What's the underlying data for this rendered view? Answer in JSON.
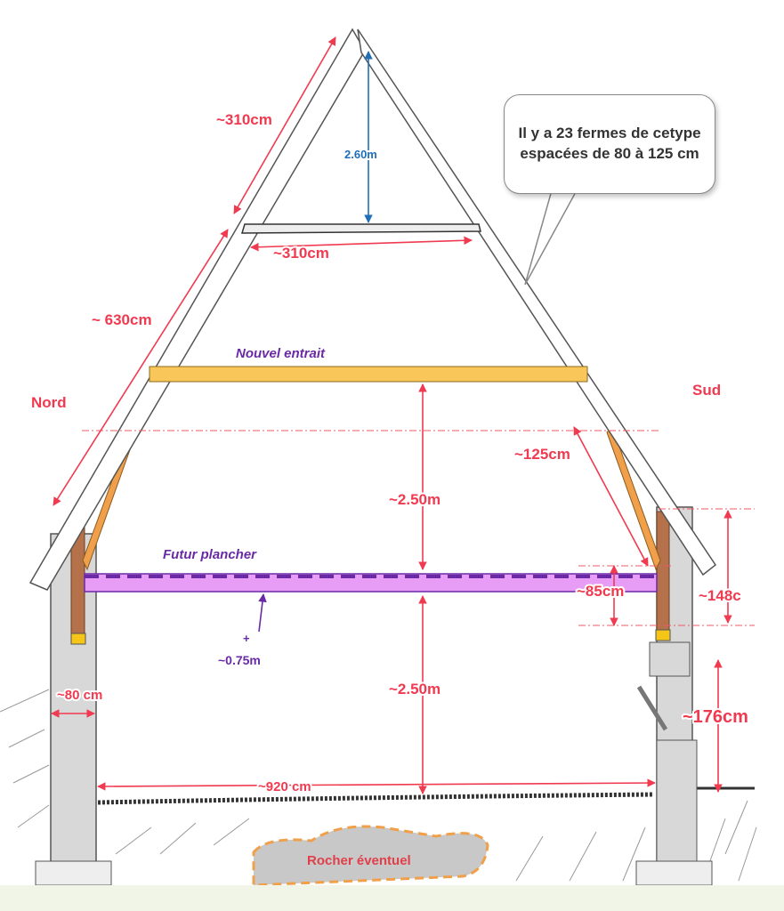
{
  "title_note": "Il y a 23 fermes de cetype espacées de 80 à 125 cm",
  "orientation": {
    "left": "Nord",
    "right": "Sud"
  },
  "labels": {
    "rafter_upper": "~310cm",
    "rafter_total": "~ 630cm",
    "top_height": "2.60m",
    "collar_width": "~310cm",
    "new_tie": "Nouvel entrait",
    "upper_height": "~2.50m",
    "brace_length": "~125cm",
    "future_floor": "Futur plancher",
    "floor_offset_plus": "+",
    "floor_offset": "~0.75m",
    "knee_wall_85": "~85cm",
    "knee_wall_148": "~148c",
    "lower_height": "~2.50m",
    "wall_thickness": "~80 cm",
    "south_wall_height": "~176cm",
    "inner_width": "~920 cm",
    "rock": "Rocher éventuel"
  },
  "colors": {
    "dimension": "#f03a50",
    "height_top": "#1f6fb8",
    "tie": "#f9c65a",
    "floor": "#e79cf5",
    "brace": "#f0a04a",
    "post": "#b5714a"
  }
}
